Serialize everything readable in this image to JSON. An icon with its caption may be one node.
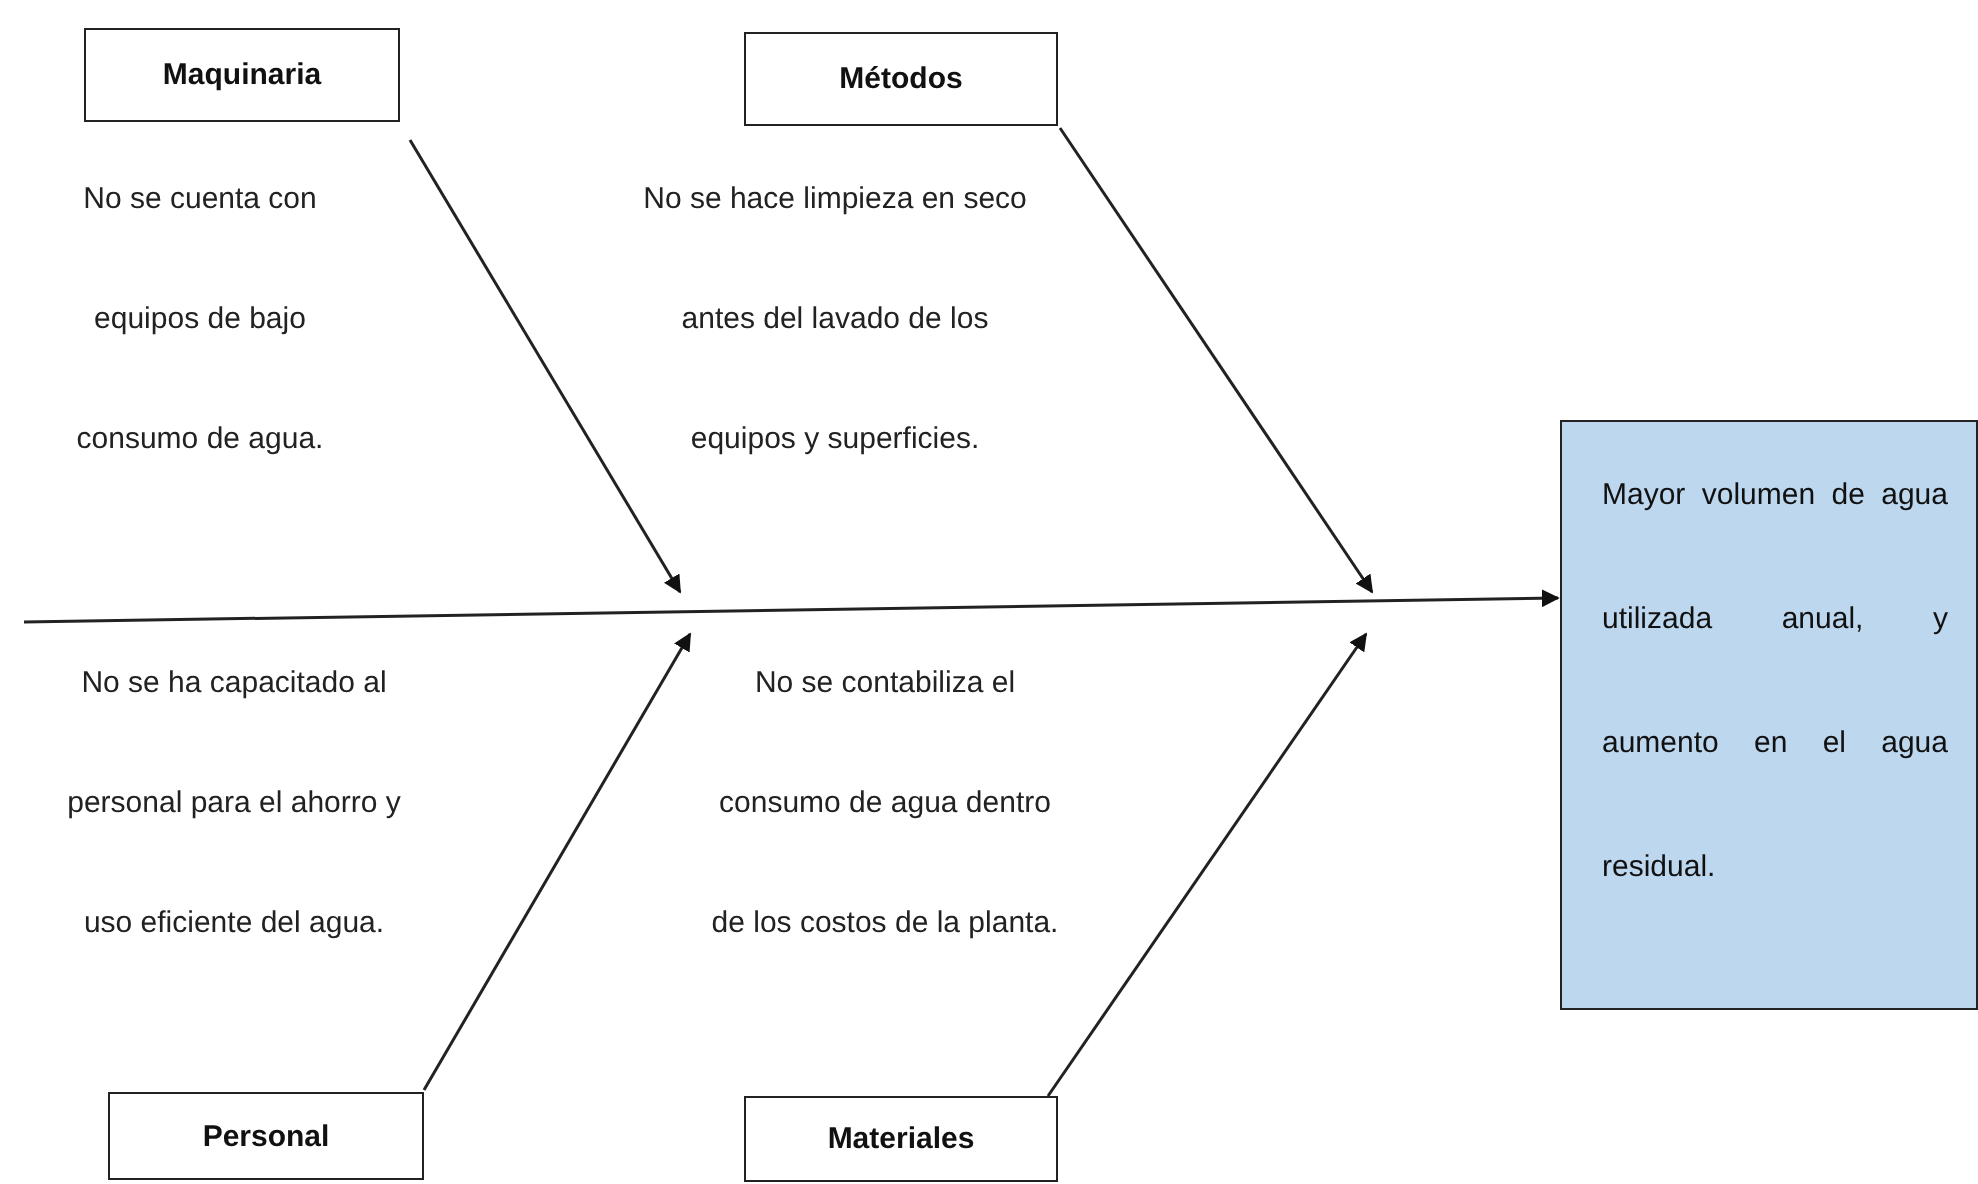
{
  "diagram": {
    "nodes": [
      {
        "text": [
          "Maquinaria"
        ]
      },
      {
        "text": [
          "Métodos"
        ]
      },
      {
        "text": [
          "Personal"
        ]
      },
      {
        "text": [
          "Materiales"
        ]
      },
      {
        "text": [
          "Mayor volumen de agua utilizada anual, y aumento en el agua residual."
        ]
      }
    ],
    "edges": [
      {
        "from": null,
        "to": 4,
        "arrow": "to"
      },
      {
        "from": 0,
        "to": null,
        "arrow": "to"
      },
      {
        "from": 1,
        "to": null,
        "arrow": "to"
      },
      {
        "from": 2,
        "to": null,
        "arrow": "to"
      },
      {
        "from": 3,
        "to": null,
        "arrow": "to"
      }
    ],
    "labels": [
      "No se cuenta con equipos de bajo consumo de agua.",
      "No se hace limpieza en seco antes del lavado de los equipos y superficies.",
      "No se ha capacitado al personal para el ahorro y uso eficiente del agua.",
      "No se contabiliza el consumo de agua dentro de los costos de la planta."
    ]
  }
}
